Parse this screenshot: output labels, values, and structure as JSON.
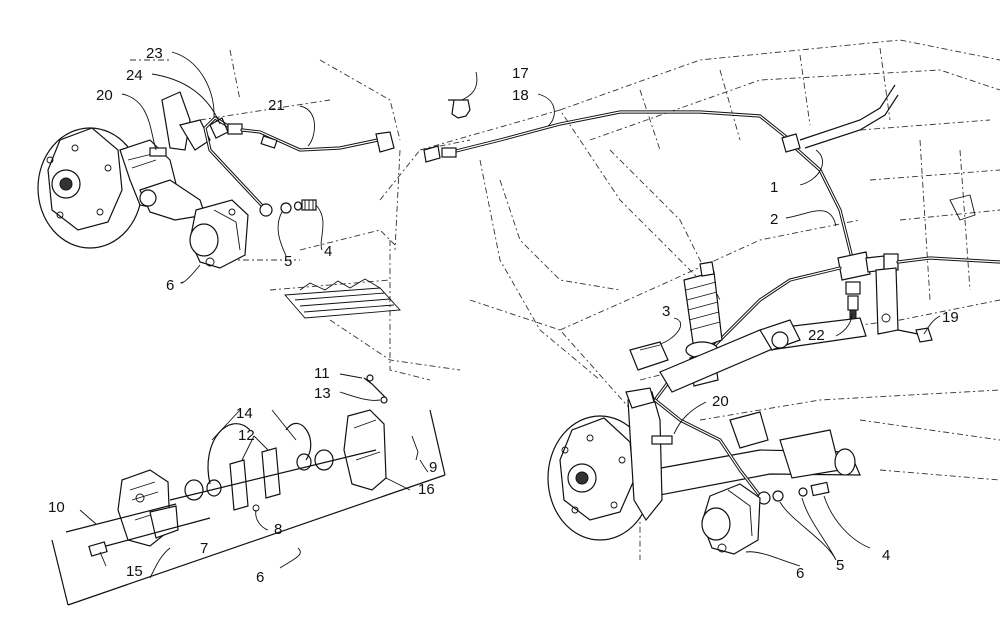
{
  "callouts": {
    "p1": "1",
    "p2": "2",
    "p3": "3",
    "p4_left": "4",
    "p4_right": "4",
    "p5_left": "5",
    "p5_right": "5",
    "p6_left": "6",
    "p6_exploded": "6",
    "p6_right": "6",
    "p7": "7",
    "p8": "8",
    "p9": "9",
    "p10": "10",
    "p11": "11",
    "p12": "12",
    "p13": "13",
    "p14": "14",
    "p15": "15",
    "p16": "16",
    "p17": "17",
    "p18": "18",
    "p19": "19",
    "p20_left": "20",
    "p20_right": "20",
    "p21": "21",
    "p22": "22",
    "p23": "23",
    "p24": "24"
  }
}
